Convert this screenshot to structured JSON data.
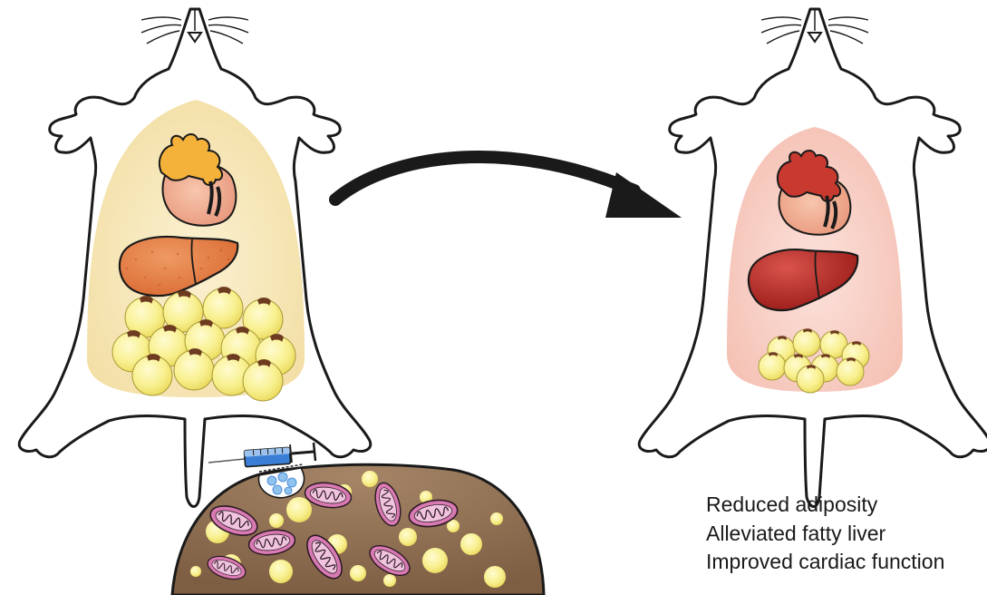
{
  "outcomes": [
    "Reduced adiposity",
    "Alleviated fatty liver",
    "Improved cardiac function"
  ],
  "colors": {
    "obese_torso": "#f6e6b8",
    "lean_torso": "#f7cfc6",
    "obese_heart_vessels": "#f4b23a",
    "lean_heart_vessels": "#c83a30",
    "heart_body": "#f2b096",
    "fatty_liver": "#e2773f",
    "healthy_liver": "#a8201d",
    "adipocyte": "#f7ef8e",
    "tissue_background": "#8b6a4e",
    "mitochondria": "#d97ab3",
    "syringe_barrel": "#3a7fd5"
  },
  "icons": [
    "mouse-outline-obese",
    "mouse-outline-lean",
    "transition-arrow",
    "syringe-icon",
    "heart-icon",
    "liver-icon",
    "adipocyte-icon",
    "mitochondrion-icon"
  ]
}
